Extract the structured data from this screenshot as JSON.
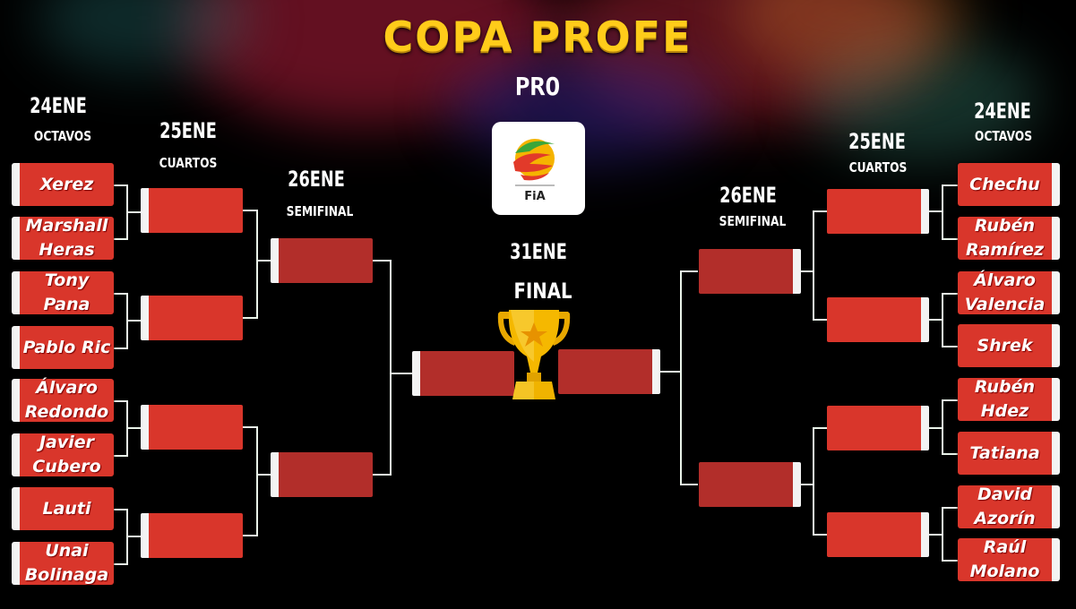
{
  "header": {
    "title": "COPA PROFE",
    "subtitle": "PRO"
  },
  "rounds": {
    "left_octavos": {
      "date": "24ENE",
      "name": "OCTAVOS"
    },
    "left_cuartos": {
      "date": "25ENE",
      "name": "CUARTOS"
    },
    "left_semifinal": {
      "date": "26ENE",
      "name": "SEMIFINAL"
    },
    "final": {
      "date": "31ENE",
      "name": "FINAL"
    },
    "right_semifinal": {
      "date": "26ENE",
      "name": "SEMIFINAL"
    },
    "right_cuartos": {
      "date": "25ENE",
      "name": "CUARTOS"
    },
    "right_octavos": {
      "date": "24ENE",
      "name": "OCTAVOS"
    }
  },
  "left_teams": [
    "Xerez",
    "Marshall Heras",
    "Tony Pana",
    "Pablo Ric",
    "Álvaro Redondo",
    "Javier Cubero",
    "Lauti",
    "Unai Bolinaga"
  ],
  "right_teams": [
    "Chechu",
    "Rubén Ramírez",
    "Álvaro Valencia",
    "Shrek",
    "Rubén Hdez",
    "Tatiana",
    "David Azorín",
    "Raúl Molano"
  ],
  "logo": {
    "text": "FiA"
  },
  "colors": {
    "team_red": "#d9362b",
    "title_gold": "#ffcc1a",
    "line": "#e9f3e9"
  }
}
